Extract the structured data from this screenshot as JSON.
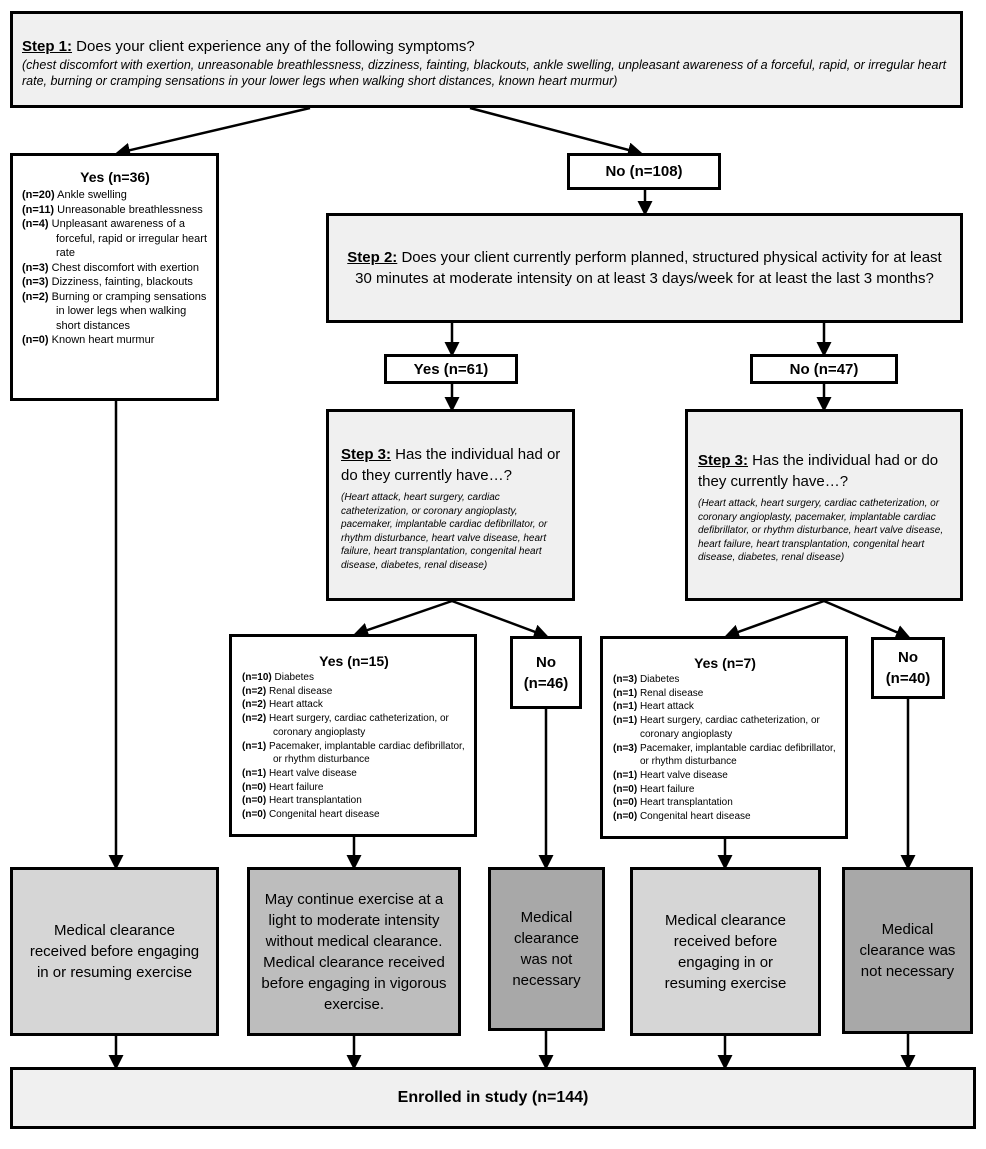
{
  "step1": {
    "label": "Step 1:",
    "question": " Does your client experience any of the following symptoms?",
    "detail": "(chest discomfort with exertion, unreasonable breathlessness, dizziness, fainting, blackouts, ankle swelling, unpleasant awareness of a forceful, rapid, or irregular heart rate, burning or cramping sensations in your lower legs when walking short distances, known heart murmur)"
  },
  "yes36": {
    "title": "Yes (n=36)",
    "items": [
      {
        "n": "(n=20)",
        "text": " Ankle swelling"
      },
      {
        "n": "(n=11)",
        "text": " Unreasonable breathlessness"
      },
      {
        "n": "(n=4)",
        "text": " Unpleasant awareness of a forceful, rapid or irregular heart rate"
      },
      {
        "n": "(n=3)",
        "text": " Chest discomfort with exertion"
      },
      {
        "n": "(n=3)",
        "text": " Dizziness, fainting, blackouts"
      },
      {
        "n": "(n=2)",
        "text": " Burning or cramping sensations in lower legs when walking short distances"
      },
      {
        "n": "(n=0)",
        "text": " Known heart murmur"
      }
    ]
  },
  "no108": {
    "title": "No (n=108)"
  },
  "step2": {
    "label": "Step 2:",
    "question": " Does your client currently perform planned, structured physical activity for at least 30 minutes at moderate intensity on at least 3 days/week for at least the last 3 months?"
  },
  "yes61": {
    "title": "Yes (n=61)"
  },
  "no47": {
    "title": "No (n=47)"
  },
  "step3a": {
    "label": "Step 3:",
    "question": " Has the individual had or do they currently have…?",
    "detail": "(Heart attack, heart surgery, cardiac catheterization, or coronary angioplasty, pacemaker, implantable cardiac defibrillator, or rhythm disturbance, heart valve disease, heart failure, heart transplantation, congenital heart disease, diabetes, renal disease)"
  },
  "step3b": {
    "label": "Step 3:",
    "question": " Has the individual had or do they currently have…?",
    "detail": "(Heart attack, heart surgery, cardiac catheterization, or coronary angioplasty, pacemaker, implantable cardiac defibrillator, or rhythm disturbance, heart valve disease, heart failure, heart transplantation, congenital heart disease, diabetes, renal disease)"
  },
  "yes15": {
    "title": "Yes (n=15)",
    "items": [
      {
        "n": "(n=10)",
        "text": " Diabetes"
      },
      {
        "n": "(n=2)",
        "text": " Renal disease"
      },
      {
        "n": "(n=2)",
        "text": " Heart attack"
      },
      {
        "n": "(n=2)",
        "text": " Heart surgery, cardiac catheterization, or coronary angioplasty"
      },
      {
        "n": "(n=1)",
        "text": " Pacemaker, implantable cardiac defibrillator, or rhythm disturbance"
      },
      {
        "n": "(n=1)",
        "text": " Heart valve disease"
      },
      {
        "n": "(n=0)",
        "text": " Heart failure"
      },
      {
        "n": "(n=0)",
        "text": " Heart transplantation"
      },
      {
        "n": "(n=0)",
        "text": " Congenital heart disease"
      }
    ]
  },
  "no46": {
    "line1": "No",
    "line2": "(n=46)"
  },
  "yes7": {
    "title": "Yes (n=7)",
    "items": [
      {
        "n": "(n=3)",
        "text": " Diabetes"
      },
      {
        "n": "(n=1)",
        "text": " Renal disease"
      },
      {
        "n": "(n=1)",
        "text": " Heart attack"
      },
      {
        "n": "(n=1)",
        "text": " Heart surgery, cardiac catheterization, or coronary angioplasty"
      },
      {
        "n": "(n=3)",
        "text": " Pacemaker, implantable cardiac defibrillator, or rhythm disturbance"
      },
      {
        "n": "(n=1)",
        "text": " Heart valve disease"
      },
      {
        "n": "(n=0)",
        "text": " Heart failure"
      },
      {
        "n": "(n=0)",
        "text": " Heart transplantation"
      },
      {
        "n": "(n=0)",
        "text": " Congenital heart disease"
      }
    ]
  },
  "no40": {
    "line1": "No",
    "line2": "(n=40)"
  },
  "outcomes": {
    "o1": "Medical clearance received before engaging in or resuming exercise",
    "o2": "May continue exercise at a light to moderate intensity without medical clearance. Medical clearance received before engaging in vigorous exercise.",
    "o3": "Medical clearance was not necessary",
    "o4": "Medical clearance received before engaging in or resuming exercise",
    "o5": "Medical clearance was not necessary"
  },
  "enrolled": {
    "title": "Enrolled in study (n=144)"
  }
}
